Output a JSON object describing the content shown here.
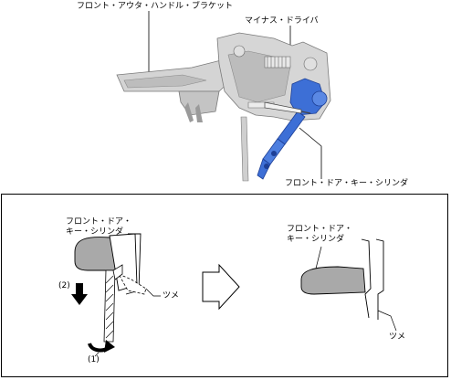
{
  "labels": {
    "bracket": "フロント・アウタ・ハンドル・ブラケット",
    "screwdriver": "マイナス・ドライバ",
    "cylinder_top": "フロント・ドア・キー・シリンダ",
    "cylinder_left_line1": "フロント・ドア・",
    "cylinder_left_line2": "キー・シリンダ",
    "cylinder_right_line1": "フロント・ドア・",
    "cylinder_right_line2": "キー・シリンダ",
    "claw_left": "ツメ",
    "claw_right": "ツメ",
    "step_2": "(2)",
    "step_1": "(1)"
  },
  "colors": {
    "part_blue": "#3d6fd6",
    "part_grey": "#c8c8c8",
    "part_grey_dark": "#8a8a8a",
    "line": "#000000"
  },
  "icons": [
    "arrow-down-icon",
    "rotate-arrow-icon",
    "right-arrow-icon"
  ]
}
